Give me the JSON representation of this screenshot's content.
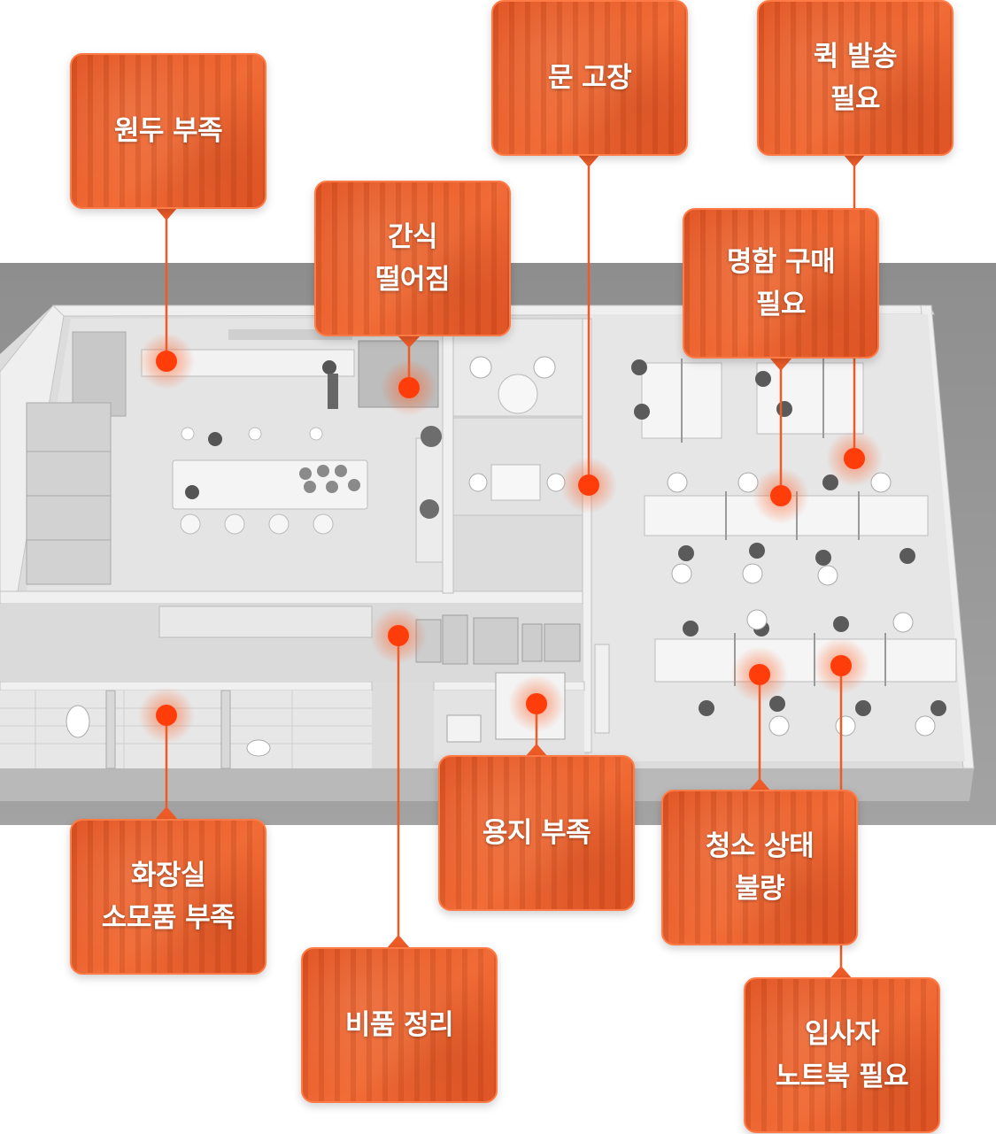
{
  "colors": {
    "accent": "#ee5b27",
    "accent_light": "#ff7a45",
    "floor_background": "#8f8f8f"
  },
  "callouts": [
    {
      "id": "coffee",
      "label": "원두 부족",
      "icon": "coffee-cup-icon"
    },
    {
      "id": "snack",
      "label": "간식\n떨어짐",
      "icon": "snack-shelf-icon"
    },
    {
      "id": "door",
      "label": "문 고장",
      "icon": "door-icon"
    },
    {
      "id": "courier",
      "label": "퀵 발송\n필요",
      "icon": "package-icon"
    },
    {
      "id": "namecard",
      "label": "명함 구매\n필요",
      "icon": "business-card-icon"
    },
    {
      "id": "restroom",
      "label": "화장실\n소모품 부족",
      "icon": "toilet-paper-icon"
    },
    {
      "id": "supplies",
      "label": "비품 정리",
      "icon": "storage-shelf-icon"
    },
    {
      "id": "paper",
      "label": "용지 부족",
      "icon": "printer-icon"
    },
    {
      "id": "cleaning",
      "label": "청소 상태\n불량",
      "icon": "dirty-floor-icon"
    },
    {
      "id": "laptop",
      "label": "입사자\n노트북 필요",
      "icon": "laptop-icon"
    }
  ]
}
